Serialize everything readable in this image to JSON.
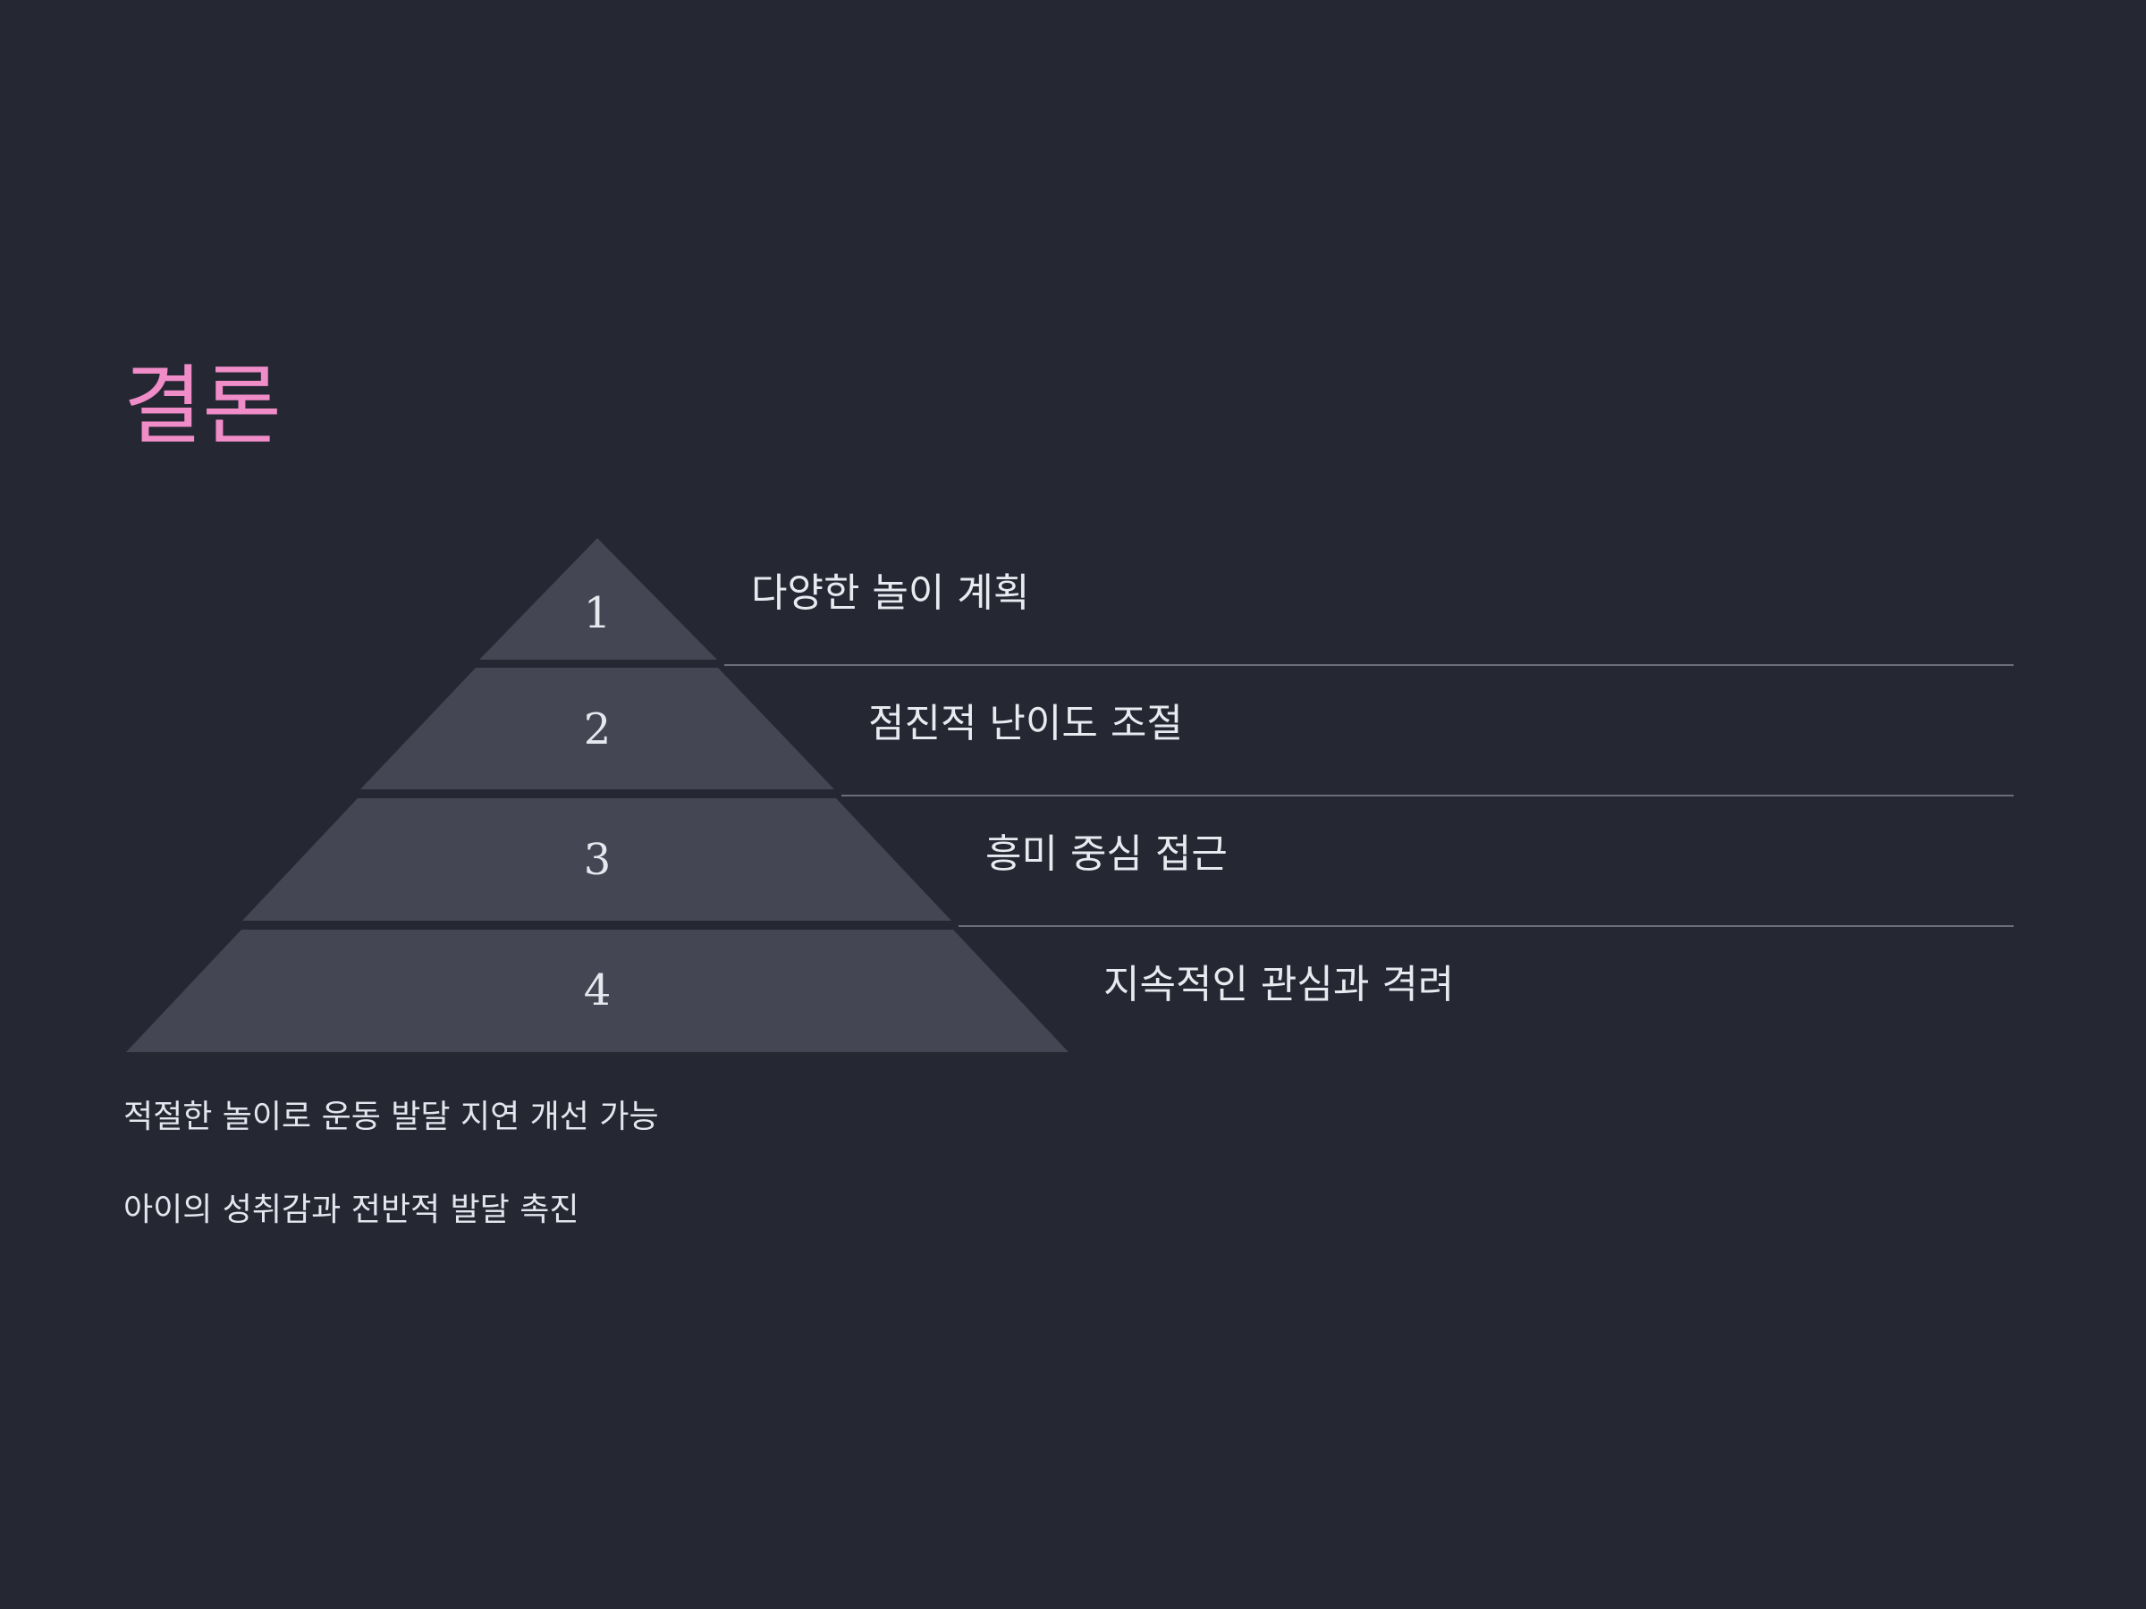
{
  "slide": {
    "title": "결론",
    "tiers": [
      {
        "number": "1",
        "label": "다양한 놀이 계획"
      },
      {
        "number": "2",
        "label": "점진적 난이도 조절"
      },
      {
        "number": "3",
        "label": "흥미 중심 접근"
      },
      {
        "number": "4",
        "label": "지속적인 관심과 격려"
      }
    ],
    "notes": [
      "적절한 놀이로 운동 발달 지연 개선 가능",
      "아이의 성취감과 전반적 발달 촉진"
    ]
  },
  "colors": {
    "background": "#252733",
    "title": "#f08cc8",
    "tier_fill": "#444653",
    "text": "#e8eaf0",
    "divider": "#6c6e7b"
  }
}
